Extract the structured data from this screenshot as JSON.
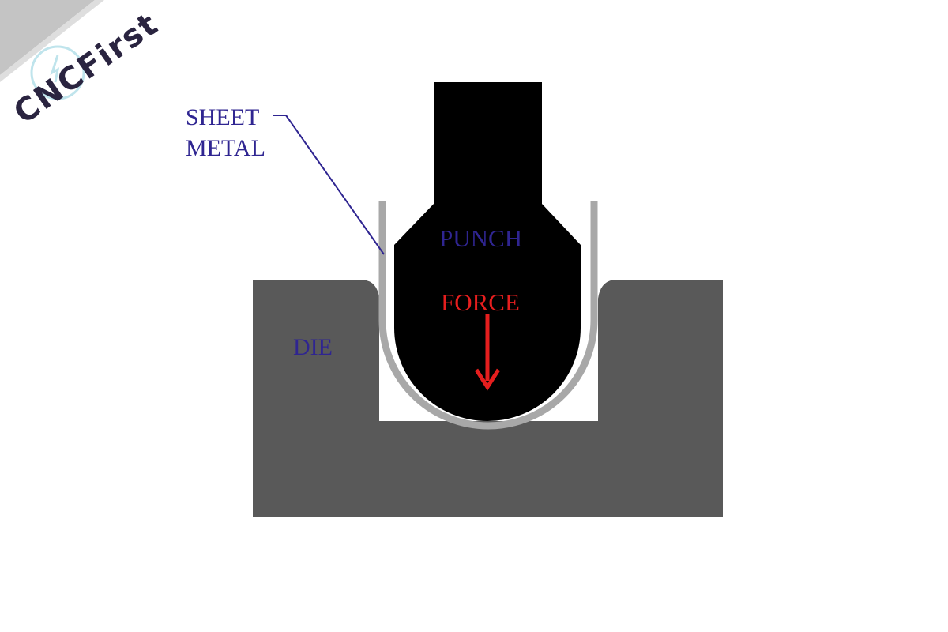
{
  "watermark": {
    "text": "CNCFirst",
    "color": "#2a2440",
    "icon": "logo-circle-icon"
  },
  "labels": {
    "sheet_metal_line1": "SHEET",
    "sheet_metal_line2": "METAL",
    "punch": "PUNCH",
    "force": "FORCE",
    "die": "DIE"
  },
  "colors": {
    "background": "#ffffff",
    "die": "#595959",
    "punch": "#000000",
    "sheet_metal": "#a8a8a8",
    "label_text": "#2f2591",
    "force_text": "#e51e1e",
    "force_arrow": "#e51e1e",
    "leader_line": "#2f2591"
  }
}
